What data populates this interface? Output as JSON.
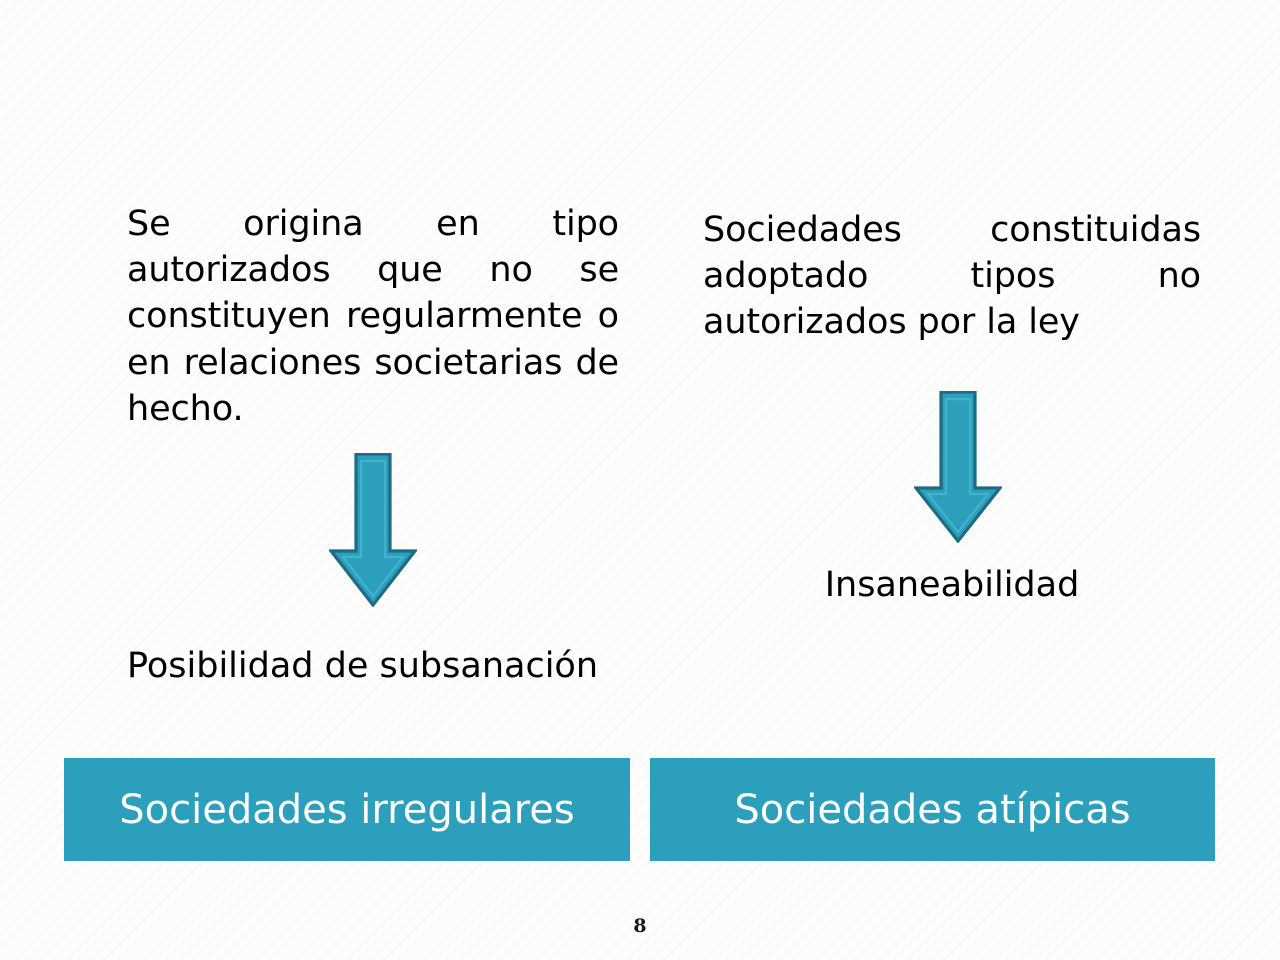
{
  "slide": {
    "page_number": "8",
    "colors": {
      "accent_teal": "#2b9fbc",
      "arrow_fill": "#2b9fbc",
      "arrow_outer_stroke": "#1d6b85",
      "arrow_inner_stroke": "#45b2cb",
      "background": "#fdfdfd",
      "text": "#000000",
      "banner_text": "#ffffff"
    }
  },
  "left_column": {
    "body_text": "Se origina en tipo autorizados que no se constituyen regularmente o en relaciones societarias de hecho.",
    "arrow_icon": "down-arrow-icon",
    "outcome_label": "Posibilidad de subsanación",
    "banner_label": "Sociedades irregulares"
  },
  "right_column": {
    "body_text": "Sociedades constituidas adoptado tipos no autorizados por la ley",
    "arrow_icon": "down-arrow-icon",
    "outcome_label": "Insaneabilidad",
    "banner_label": "Sociedades atípicas"
  }
}
